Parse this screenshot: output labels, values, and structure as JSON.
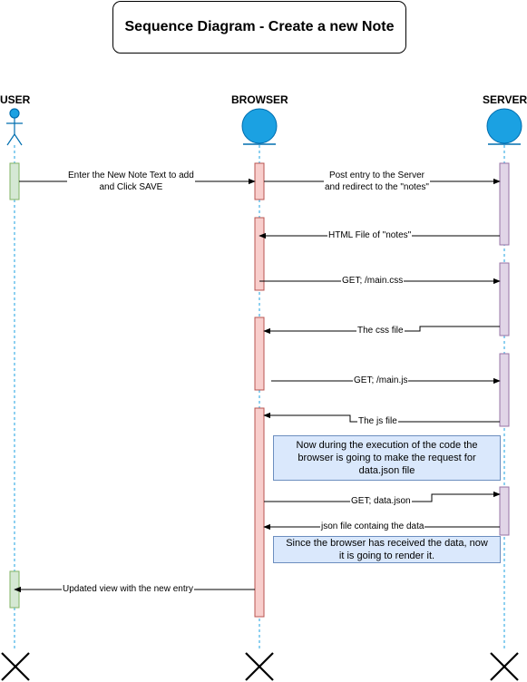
{
  "title": "Sequence Diagram - Create a new Note",
  "actors": {
    "user": "USER",
    "browser": "BROWSER",
    "server": "SERVER"
  },
  "messages": {
    "m1_line1": "Enter the New Note Text to add",
    "m1_line2": "and Click SAVE",
    "m2_line1": "Post entry to the Server",
    "m2_line2": "and redirect to the \"notes\"",
    "m3": "HTML File of \"notes\"",
    "m4": "GET; /main.css",
    "m5": "The css file",
    "m6": "GET; /main.js",
    "m7": "The js file",
    "m8": "GET; data.json",
    "m9": "json file containg the data",
    "m10": "Updated view with the new entry"
  },
  "notes": {
    "n1_line1": "Now during the execution of the code the",
    "n1_line2": "browser is going to make the request for",
    "n1_line3": "data.json file",
    "n2_line1": "Since the browser has received the data, now",
    "n2_line2": "it is going to render it."
  },
  "colors": {
    "user_activation": "#d5e8d4",
    "user_activation_border": "#82b366",
    "browser_activation": "#f8cecc",
    "browser_activation_border": "#b85450",
    "server_activation": "#e1d5e7",
    "server_activation_border": "#9673a6",
    "actor_fill": "#1ba1e2",
    "actor_stroke": "#006eaf",
    "note_fill": "#dae8fc",
    "note_border": "#6c8ebf"
  }
}
